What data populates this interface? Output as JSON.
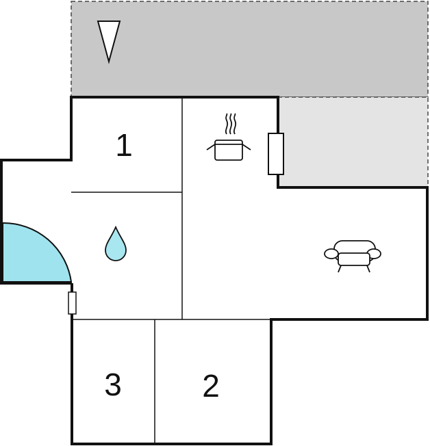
{
  "floorplan": {
    "rooms": [
      {
        "id": "bedroom-1",
        "label": "1"
      },
      {
        "id": "bedroom-2",
        "label": "2"
      },
      {
        "id": "bedroom-3",
        "label": "3"
      }
    ],
    "icons": {
      "north": "north-arrow-icon",
      "kitchen": "cooking-pot-icon",
      "bathroom": "water-drop-icon",
      "living": "sofa-icon",
      "entrance": "door-swing-icon"
    },
    "colors": {
      "wall": "#000000",
      "terrace": "#c8c8c8",
      "balcony": "#e4e4e4",
      "door": "#9fe3ee",
      "water": "#a8e6f0",
      "room_fill": "#ffffff"
    }
  }
}
